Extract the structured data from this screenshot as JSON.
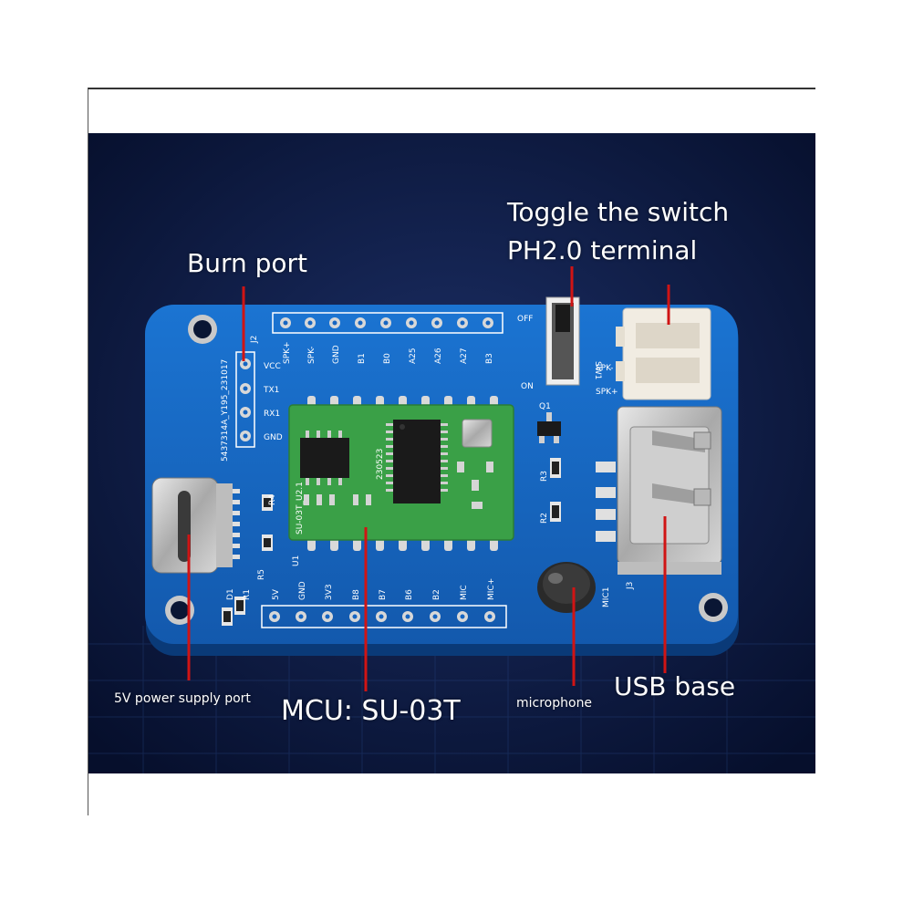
{
  "labels": {
    "burn_port": "Burn port",
    "toggle_switch": "Toggle the switch",
    "ph20_terminal": "PH2.0 terminal",
    "usb_base": "USB base",
    "power_port": "5V power supply port",
    "mcu": "MCU:  SU-03T",
    "microphone": "microphone"
  },
  "silkscreen": {
    "top_header": [
      "SPK+",
      "SPK-",
      "GND",
      "B1",
      "B0",
      "A25",
      "A26",
      "A27",
      "B3"
    ],
    "bottom_header": [
      "5V",
      "GND",
      "3V3",
      "B8",
      "B7",
      "B6",
      "B2",
      "MIC",
      "MIC+"
    ],
    "burn_header": [
      "VCC",
      "TX1",
      "RX1",
      "GND"
    ],
    "board_id": "5437314A_Y195_231017",
    "j2": "J2",
    "sw1": "SW1",
    "sw_off": "OFF",
    "sw_on": "ON",
    "q1": "Q1",
    "r3": "R3",
    "r2": "R2",
    "r4": "R4",
    "r5": "R5",
    "r1": "R1",
    "d1": "D1",
    "j3": "J3",
    "mic1": "MIC1",
    "u1": "U1",
    "module": "SU-03T_U2.1",
    "date_code": "230523",
    "spk_plus": "SPK+",
    "spk_minus": "SPK-"
  },
  "colors": {
    "background": "#0b1d48",
    "pcb": "#1666c2",
    "pcb_edge": "#0d4c98",
    "module": "#3aa047",
    "chip": "#1a1a1a",
    "label": "#ffffff",
    "pointer_line": "#d01414"
  }
}
